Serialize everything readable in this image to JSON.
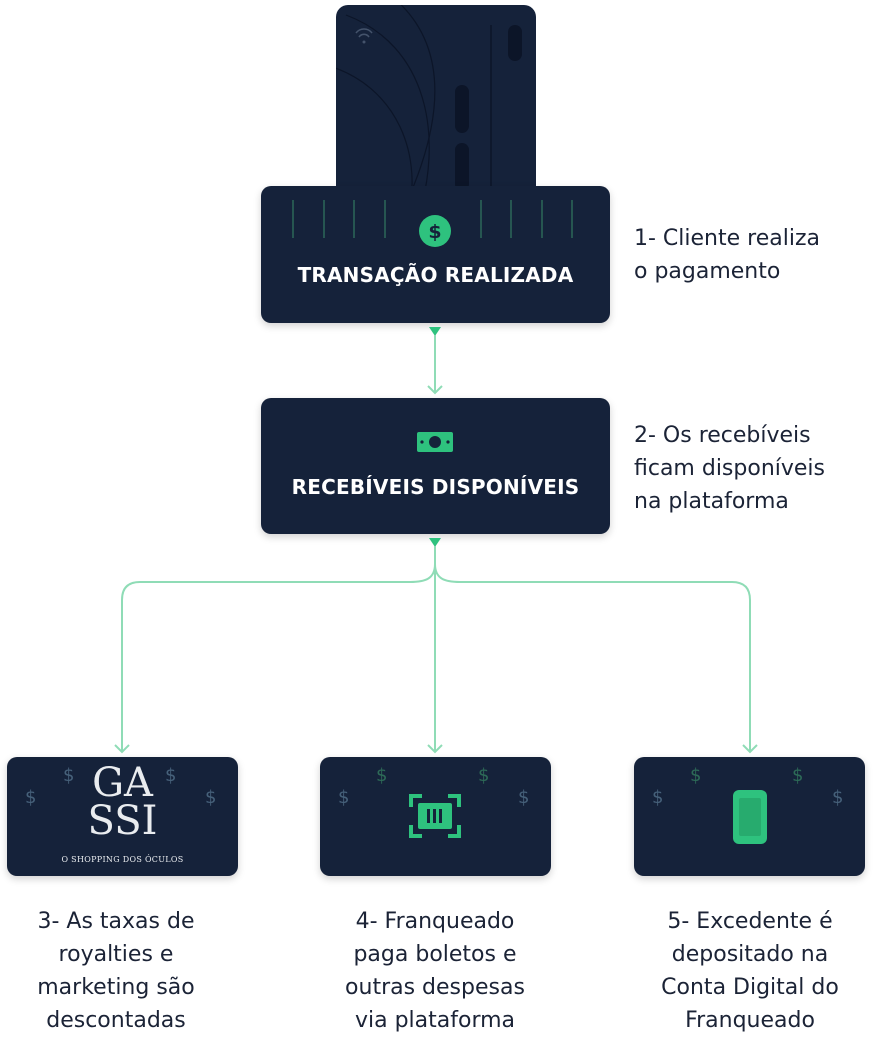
{
  "colors": {
    "navy": "#15223a",
    "accent_green": "#2ec27e",
    "connector_green": "#8fdcb6",
    "text": "#1b2336"
  },
  "step1": {
    "box_title": "TRANSAÇÃO REALIZADA",
    "icon": "dollar-coin-icon",
    "description_line1": "1- Cliente realiza",
    "description_line2": "o pagamento"
  },
  "step2": {
    "box_title": "RECEBÍVEIS DISPONÍVEIS",
    "icon": "banknote-icon",
    "description_line1": "2- Os recebíveis",
    "description_line2": "ficam disponíveis",
    "description_line3": "na plataforma"
  },
  "step3": {
    "logo_line1": "GA",
    "logo_line2": "SSI",
    "logo_tagline": "O SHOPPING DOS ÓCULOS",
    "description_line1": "3- As taxas de",
    "description_line2": "royalties e",
    "description_line3": "marketing são",
    "description_line4": "descontadas"
  },
  "step4": {
    "icon": "barcode-scan-icon",
    "description_line1": "4- Franqueado",
    "description_line2": "paga boletos e",
    "description_line3": "outras despesas",
    "description_line4": "via plataforma"
  },
  "step5": {
    "icon": "smartphone-icon",
    "description_line1": "5- Excedente é",
    "description_line2": "depositado na",
    "description_line3": "Conta Digital do",
    "description_line4": "Franqueado"
  },
  "decor": {
    "dollar_glyph": "$"
  }
}
